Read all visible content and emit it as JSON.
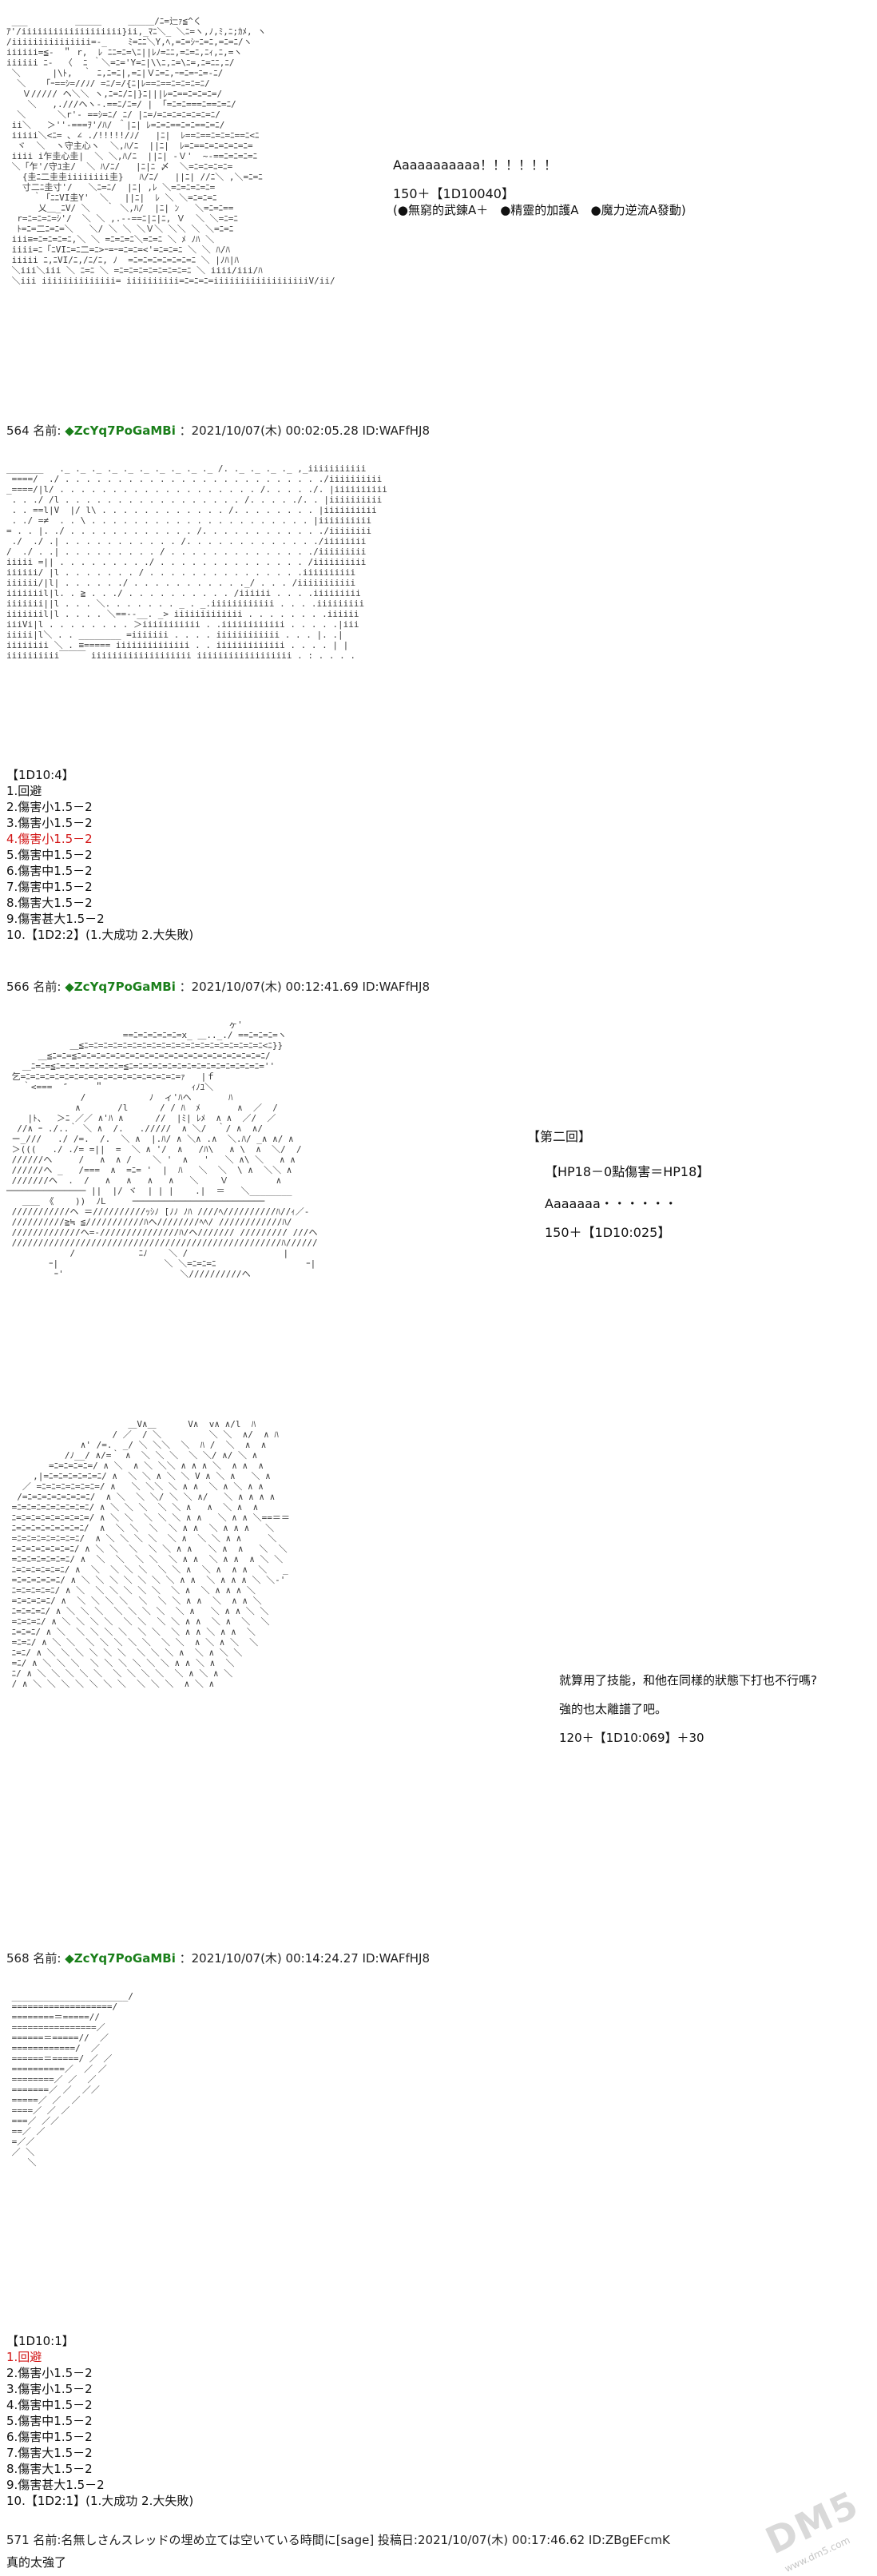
{
  "post1": {
    "text_line1": "Aaaaaaaaaaa！！！！！！",
    "text_line2": "150＋【1D10040】",
    "text_line3": "(●無窮的武錬A＋　●精靈的加護A　●魔力逆流A發動)"
  },
  "post564": {
    "header_num": "564",
    "header_name": "名前:",
    "trip": "◆ZcYq7PoGaMBi",
    "date": "2021/10/07(木) 00:02:05.28 ID:WAFfHJ8",
    "dice_title": "【1D10:4】",
    "items": [
      "1.回避",
      "2.傷害小1.5－2",
      "3.傷害小1.5－2",
      "4.傷害小1.5－2",
      "5.傷害中1.5－2",
      "6.傷害中1.5－2",
      "7.傷害中1.5－2",
      "8.傷害大1.5－2",
      "9.傷害甚大1.5－2",
      "10.【1D2:2】(1.大成功 2.大失敗)"
    ]
  },
  "post566": {
    "header_num": "566",
    "header_name": "名前:",
    "trip": "◆ZcYq7PoGaMBi",
    "date": "2021/10/07(木) 00:12:41.69 ID:WAFfHJ8",
    "text_line1": "【第二回】",
    "text_line2": "【HP18－0點傷害＝HP18】",
    "text_line3": "Aaaaaaa・・・・・・",
    "text_line4": "150＋【1D10:025】",
    "text_line5": "就算用了技能，和他在同樣的狀態下打也不行嗎?",
    "text_line6": "強的也太離譜了吧。",
    "text_line7": "120＋【1D10:069】＋30"
  },
  "post568": {
    "header_num": "568",
    "header_name": "名前:",
    "trip": "◆ZcYq7PoGaMBi",
    "date": "2021/10/07(木) 00:14:24.27 ID:WAFfHJ8",
    "dice_title": "【1D10:1】",
    "items": [
      "1.回避",
      "2.傷害小1.5－2",
      "3.傷害小1.5－2",
      "4.傷害中1.5－2",
      "5.傷害中1.5－2",
      "6.傷害中1.5－2",
      "7.傷害大1.5－2",
      "8.傷害大1.5－2",
      "9.傷害甚大1.5－2",
      "10.【1D2:1】(1.大成功 2.大失敗)"
    ]
  },
  "post571": {
    "header_text": "571 名前:名無しさんスレッドの埋め立ては空いている時間に[sage] 投稿日:2021/10/07(木) 00:17:46.62 ID:ZBgEFcmK",
    "body": "真的太強了"
  },
  "watermark": "DM5",
  "watermark_url": "www.dm5.com"
}
